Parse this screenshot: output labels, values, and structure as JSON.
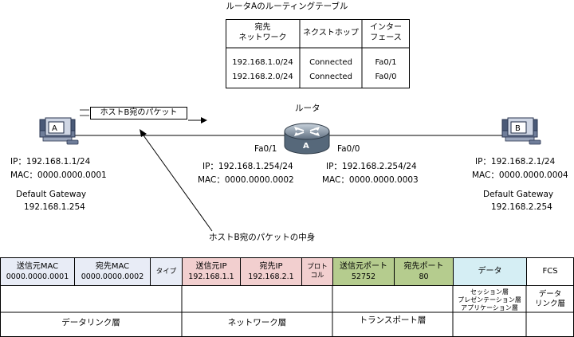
{
  "routing_table": {
    "title": "ルータAのルーティングテーブル",
    "headers": [
      {
        "line1": "宛先",
        "line2": "ネットワーク"
      },
      {
        "line1": "ネクストホップ",
        "line2": ""
      },
      {
        "line1": "インター",
        "line2": "フェース"
      }
    ],
    "rows": [
      {
        "network": "192.168.1.0/24",
        "next_hop": "Connected",
        "interface": "Fa0/1"
      },
      {
        "network": "192.168.2.0/24",
        "next_hop": "Connected",
        "interface": "Fa0/0"
      }
    ]
  },
  "hosts": {
    "a": {
      "label": "A",
      "ip": "IP：192.168.1.1/24",
      "mac": "MAC：0000.0000.0001",
      "gateway_label": "Default Gateway",
      "gateway": "192.168.1.254"
    },
    "b": {
      "label": "B",
      "ip": "IP：192.168.2.1/24",
      "mac": "MAC：0000.0000.0004",
      "gateway_label": "Default Gateway",
      "gateway": "192.168.2.254"
    }
  },
  "router": {
    "title": "ルータ",
    "label": "A",
    "left_if": "Fa0/1",
    "right_if": "Fa0/0",
    "left_ip": "IP：192.168.1.254/24",
    "left_mac": "MAC：0000.0000.0002",
    "right_ip": "IP：192.168.2.254/24",
    "right_mac": "MAC：0000.0000.0003"
  },
  "packet": {
    "label": "ホストB宛のパケット",
    "callout": "ホストB宛のパケットの中身"
  },
  "frame": {
    "fields": [
      {
        "line1": "送信元MAC",
        "line2": "0000.0000.0001"
      },
      {
        "line1": "宛先MAC",
        "line2": "0000.0000.0002"
      },
      {
        "line1": "タイプ",
        "line2": ""
      },
      {
        "line1": "送信元IP",
        "line2": "192.168.1.1"
      },
      {
        "line1": "宛先IP",
        "line2": "192.168.2.1"
      },
      {
        "line1": "プロト",
        "line2": "コル"
      },
      {
        "line1": "送信元ポート",
        "line2": "52752"
      },
      {
        "line1": "宛先ポート",
        "line2": "80"
      },
      {
        "line1": "データ",
        "line2": ""
      },
      {
        "line1": "FCS",
        "line2": ""
      }
    ],
    "layers": {
      "datalink": "データリンク層",
      "network": "ネットワーク層",
      "transport": "トランスポート層",
      "upper1": "セッション層",
      "upper2": "プレゼンテーション層",
      "upper3": "アプリケーション層",
      "fcs1": "データ",
      "fcs2": "リンク層"
    },
    "colors": {
      "datalink": "#e8ecf6",
      "network": "#f2cfcf",
      "transport": "#b5cc8e",
      "data": "#d5eef4",
      "fcs": "#ffffff"
    }
  }
}
